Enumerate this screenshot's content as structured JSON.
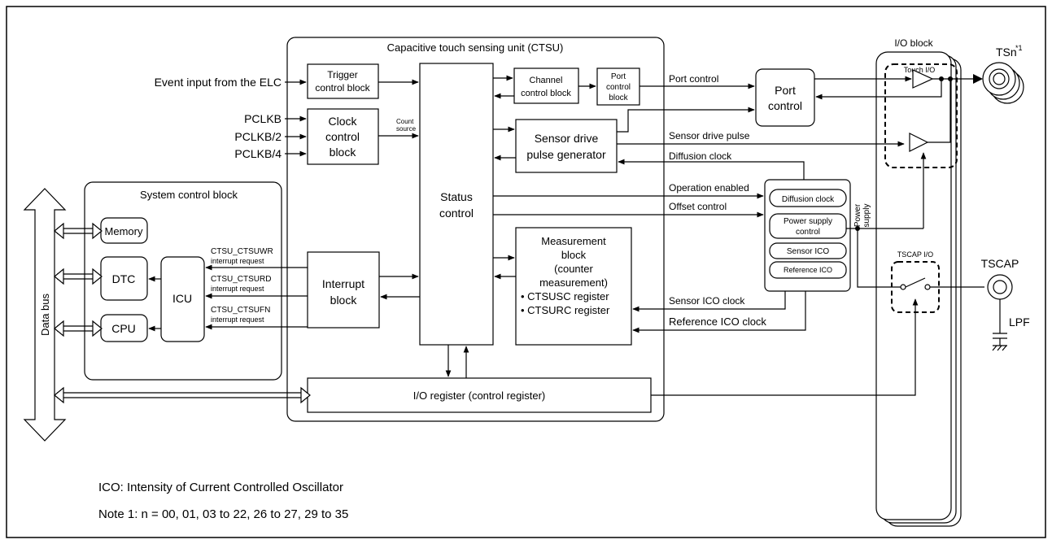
{
  "units": {
    "ctsu_title": "Capacitive touch sensing unit (CTSU)",
    "io_block_title": "I/O block",
    "touch_io": "Touch I/O",
    "tscap_io": "TSCAP I/O",
    "system_control_title": "System control block"
  },
  "blocks": {
    "trigger": [
      "Trigger",
      "control block"
    ],
    "clock": [
      "Clock",
      "control",
      "block"
    ],
    "channel": [
      "Channel",
      "control block"
    ],
    "port_ctrl_small": [
      "Port",
      "control",
      "block"
    ],
    "port_control": [
      "Port",
      "control"
    ],
    "sensor_drive": [
      "Sensor drive",
      "pulse generator"
    ],
    "status": [
      "Status",
      "control"
    ],
    "measurement": [
      "Measurement",
      "block",
      "(counter",
      "measurement)",
      "• CTSUSC register",
      "• CTSURC register"
    ],
    "interrupt": [
      "Interrupt",
      "block"
    ],
    "io_register": "I/O register (control register)",
    "icu": "ICU",
    "memory": "Memory",
    "dtc": "DTC",
    "cpu": "CPU"
  },
  "analog_blocks": {
    "diffusion_clock": "Diffusion clock",
    "power_supply": [
      "Power supply",
      "control"
    ],
    "sensor_ico": "Sensor ICO",
    "reference_ico": "Reference ICO"
  },
  "inputs": {
    "event": "Event input from the ELC",
    "pclkb": "PCLKB",
    "pclkb2": "PCLKB/2",
    "pclkb4": "PCLKB/4"
  },
  "signals": {
    "count_source": [
      "Count",
      "source"
    ],
    "port_control": "Port control",
    "sensor_drive_pulse": "Sensor drive pulse",
    "diffusion_clock": "Diffusion clock",
    "operation_enabled": "Operation enabled",
    "offset_control": "Offset control",
    "sensor_ico_clock": "Sensor ICO clock",
    "reference_ico_clock": "Reference ICO clock",
    "power_supply": [
      "Power",
      "supply"
    ],
    "irq_wr": [
      "CTSU_CTSUWR",
      "interrupt request"
    ],
    "irq_rd": [
      "CTSU_CTSURD",
      "interrupt request"
    ],
    "irq_fn": [
      "CTSU_CTSUFN",
      "interrupt request"
    ],
    "data_bus": "Data bus"
  },
  "pins": {
    "tsn": "TSn",
    "tsn_note": "*1",
    "tscap": "TSCAP",
    "lpf": "LPF"
  },
  "notes": {
    "ico": "ICO: Intensity of Current Controlled Oscillator",
    "note1": "Note 1: n = 00, 01, 03 to 22, 26 to 27, 29 to 35"
  }
}
